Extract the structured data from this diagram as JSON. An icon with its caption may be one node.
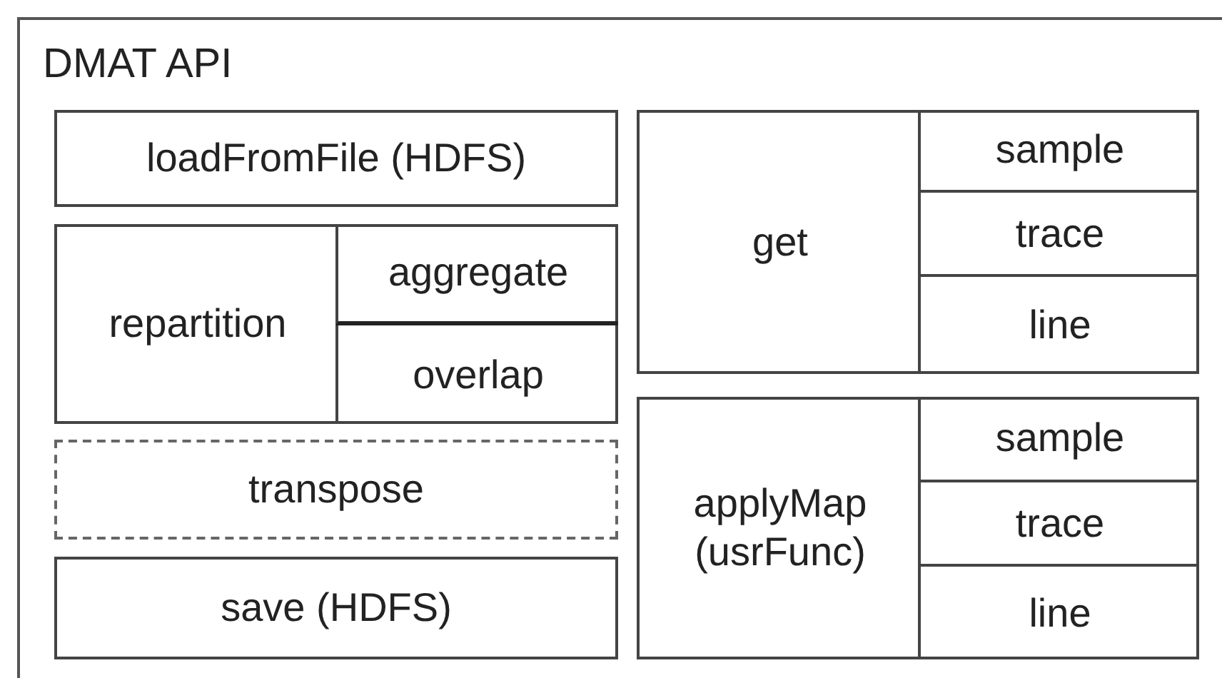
{
  "diagram": {
    "nodes": [
      {
        "text": [
          "DMAT API"
        ]
      },
      {
        "text": [
          "loadFromFile (HDFS)"
        ],
        "in": 0
      },
      {
        "text": [
          "repartition"
        ],
        "in": 0
      },
      {
        "text": [
          "aggregate"
        ],
        "in": 2
      },
      {
        "text": [
          "overlap"
        ],
        "in": 2
      },
      {
        "text": [
          "transpose"
        ],
        "in": 0
      },
      {
        "text": [
          "save (HDFS)"
        ],
        "in": 0
      },
      {
        "text": [
          "get"
        ],
        "in": 0
      },
      {
        "text": [
          "sample"
        ],
        "in": 7
      },
      {
        "text": [
          "trace"
        ],
        "in": 7
      },
      {
        "text": [
          "line"
        ],
        "in": 7
      },
      {
        "text": [
          "applyMap (usrFunc)"
        ],
        "in": 0
      },
      {
        "text": [
          "sample"
        ],
        "in": 11
      },
      {
        "text": [
          "trace"
        ],
        "in": 11
      },
      {
        "text": [
          "line"
        ],
        "in": 11
      }
    ],
    "edges": []
  }
}
